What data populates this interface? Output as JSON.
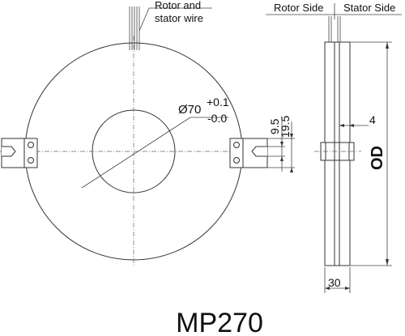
{
  "labels": {
    "wire_note_line1": "Rotor and",
    "wire_note_line2": "stator wire",
    "rotor_side": "Rotor Side",
    "stator_side": "Stator Side",
    "bore_dia": "Ø70",
    "tol_plus": "+0.1",
    "tol_minus": "-0.0",
    "dim_9_5": "9.5",
    "dim_19_5": "19.5",
    "dim_4": "4",
    "dim_od": "OD",
    "dim_30": "30",
    "model": "MP270"
  }
}
